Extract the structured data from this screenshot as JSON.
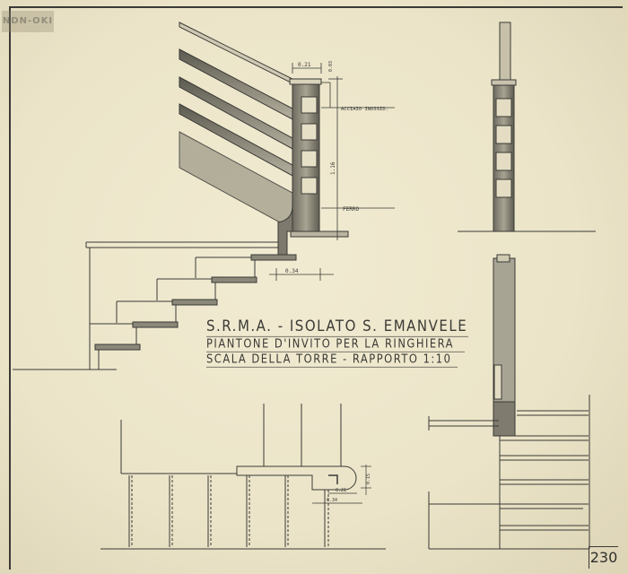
{
  "stamp": {
    "text": "NDN-OKI"
  },
  "title_block": {
    "line1": "S.R.M.A. - ISOLATO S. EMANVELE",
    "line2": "PIANTONE D'INVITO PER LA RINGHIERA",
    "line3": "SCALA DELLA TORRE - RAPPORTO 1:10"
  },
  "annotations": {
    "material_top": "ACCIAIO INOSSID.",
    "material_bottom": "FERRO",
    "dim_post_width": "0.21",
    "dim_cap": "0.03",
    "dim_height": "1.16",
    "dim_step": "0.34",
    "dim_plan_width": "0.21",
    "dim_plan_step": "0.34",
    "dim_plan_depth": "0.15"
  },
  "sheet_number": "230",
  "colors": {
    "paper": "#ece5ca",
    "ink": "#3a3a36",
    "shade": "#8d8a7c"
  }
}
